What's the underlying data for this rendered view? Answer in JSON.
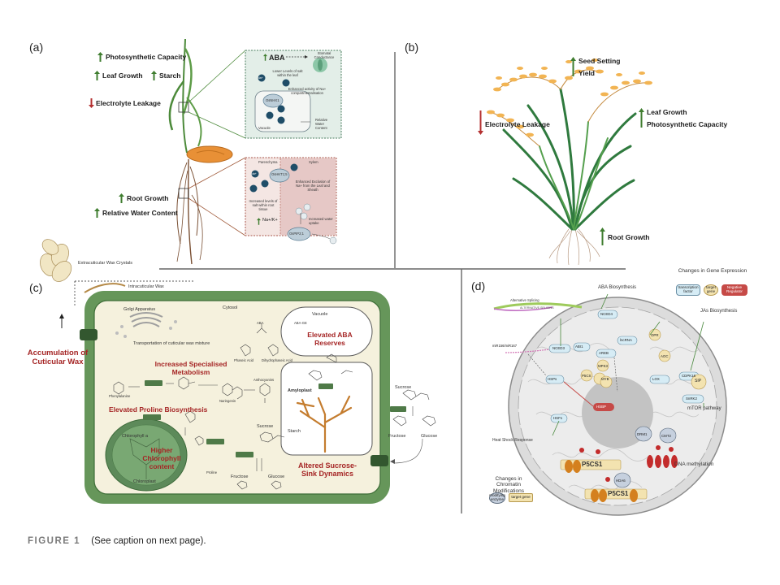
{
  "panels": {
    "a": {
      "letter": "(a)",
      "photosynthetic_capacity": "Photosynthetic Capacity",
      "leaf_growth": "Leaf Growth",
      "starch": "Starch",
      "electrolyte_leakage": "Electrolyte Leakage",
      "root_growth": "Root Growth",
      "relative_water_content": "Relative Water Content",
      "leaf_inset": {
        "aba": "ABA",
        "stomatal_conductance": "Stomatal Conductance",
        "lower_salt": "Lower Levels of salt within the leaf",
        "enhanced_compartmentalisation": "Enhanced activity of Na+ compartmentalisation",
        "transporter": "OsNHX1",
        "vacuole": "Vacuole",
        "relative_water_content": "Relative Water Content",
        "ion": "Na+"
      },
      "root_inset": {
        "parenchyma": "Parenchyma",
        "xylem": "Xylem",
        "transporter": "OsHKT1;5",
        "enhanced_exclusion": "Enhanced Exclusion of Na+ from the Leaf and Sheath",
        "increased_salt": "Increased levels of salt within root tissue",
        "ratio": "Na+/K+",
        "water_uptake": "Increased water uptake",
        "aquaporin": "OsPIP2;1",
        "ion": "Na+"
      }
    },
    "b": {
      "letter": "(b)",
      "seed_setting": "Seed Setting",
      "yield": "Yield",
      "leaf_growth": "Leaf Growth",
      "photosynthetic_capacity": "Photosynthetic Capacity",
      "electrolyte_leakage": "Electrolyte Leakage",
      "root_growth": "Root Growth"
    },
    "c": {
      "letter": "(c)",
      "extracuticular_wax": "Extracuticular Wax Crystals",
      "intracuticular_wax": "Intracuticular Wax",
      "accumulation_cuticular_wax": "Accumulation of Cuticular Wax",
      "golgi": "Golgi Apparatus",
      "transport_wax": "Transportation of cuticular wax mixture",
      "cytosol": "Cytosol",
      "vacuole": "Vacuole",
      "elevated_aba": "Elevated ABA Reserves",
      "increased_metabolism": "Increased Specialised Metabolism",
      "elevated_proline": "Elevated Proline Biosynthesis",
      "higher_chlorophyll": "Higher Chlorophyll content",
      "chlorophyll_a": "Chlorophyll a",
      "chloroplast": "Chloroplast",
      "amyloplast": "Amyloplast",
      "starch": "Starch",
      "sucrose": "Sucrose",
      "sucrose_out": "Sucrose",
      "fructose": "Fructose",
      "glucose": "Glucose",
      "fructose_out": "Fructose",
      "glucose_out": "Glucose",
      "altered_sucrose": "Altered Sucrose-Sink Dynamics",
      "phenylalanine": "Phenylalanine",
      "naringenin": "Naringenin",
      "anthocyanins": "Anthocyanins",
      "proline": "Proline",
      "aba_small": "ABA",
      "phaseic": "Phaseic Acid",
      "dihydrophaseic": "Dihydrophaseic Acid",
      "aba_glucose_ester": "ABA-GE"
    },
    "d": {
      "letter": "(d)",
      "aba_biosynthesis": "ABA Biosynthesis",
      "changes_gene_expression": "Changes in Gene Expression",
      "legend_tf": "transcription factor",
      "legend_target": "target gene",
      "legend_negative": "Negative Regulator",
      "alt_splicing": "Alternative Splicing",
      "jas_biosynthesis": "JAs Biosynthesis",
      "mtor": "mTOR pathway",
      "heat_shock": "Heat Shock Response",
      "dna_methylation": "DNA methylation",
      "changes_chromatin": "Changes in Chromatin Modifications",
      "legend_modifying": "modifying enzyme",
      "legend_target2": "target gene",
      "p5cs1": "P5CS1",
      "p5cs1_b": "P5CS1",
      "genes": {
        "ncedx": "NCED3",
        "nced4": "NCED4",
        "abi": "ABI1",
        "aox": "AOC",
        "opr": "OPR",
        "lox": "LOX",
        "sip": "SIP",
        "hsp": "HSPs",
        "hsfs": "HSFs",
        "myb": "MYB",
        "p5cs": "P5CS",
        "ddm1": "DRM1",
        "cmt": "CMT2",
        "hda": "HDA6",
        "snrk": "SnRK2",
        "areb": "AREB",
        "mpk": "MPK3",
        "lncrna": "lncRNA",
        "cdpk": "CDPK16",
        "mir": "miR156/miR167",
        "neg": "HSBP"
      },
      "splice_label": "ALTERNATIVE SPLICING"
    }
  },
  "caption": {
    "figure_label": "FIGURE 1",
    "text": "(See caption on next page)."
  }
}
